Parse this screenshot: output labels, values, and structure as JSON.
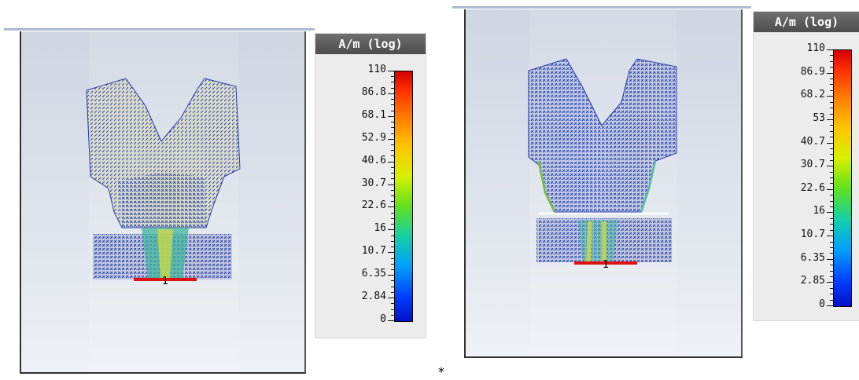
{
  "separator": "*",
  "panels": [
    {
      "legend": {
        "title": "A/m (log)",
        "ticks": [
          "110",
          "86.8",
          "68.1",
          "52.9",
          "40.6",
          "30.7",
          "22.6",
          "16",
          "10.7",
          "6.35",
          "2.84",
          "0"
        ]
      },
      "port_label": "1"
    },
    {
      "legend": {
        "title": "A/m (log)",
        "ticks": [
          "110",
          "86.9",
          "68.2",
          "53",
          "40.7",
          "30.7",
          "22.6",
          "16",
          "10.7",
          "6.35",
          "2.85",
          "0"
        ]
      },
      "port_label": "1"
    }
  ]
}
